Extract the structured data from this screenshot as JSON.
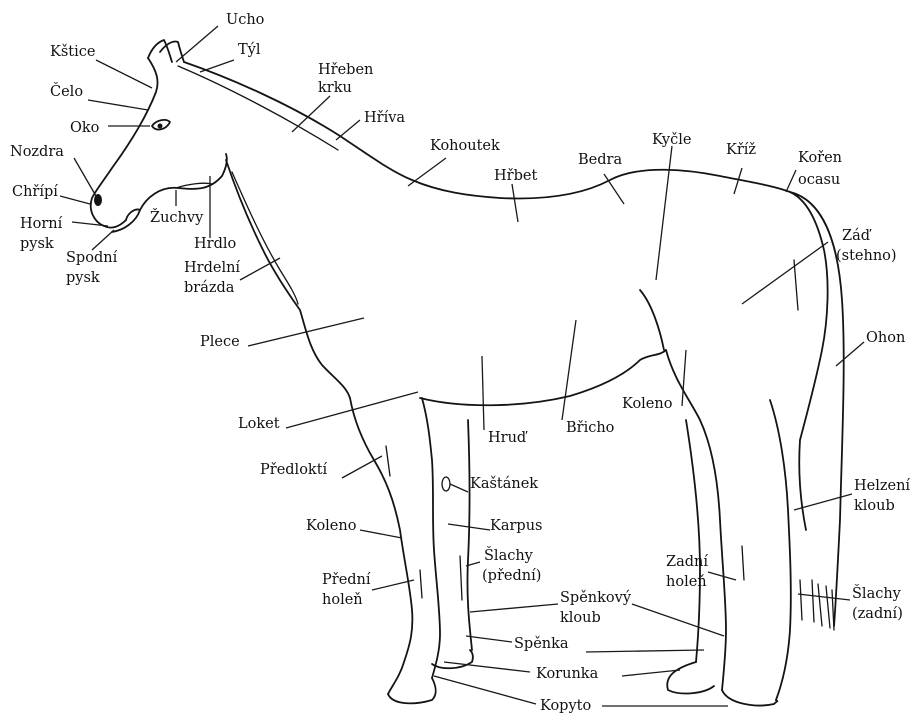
{
  "diagram": {
    "labels": {
      "ucho": "Ucho",
      "tyl": "Týl",
      "kstice": "Kštice",
      "hreben1": "Hřeben",
      "hreben2": "krku",
      "celo": "Čelo",
      "hriva": "Hříva",
      "oko": "Oko",
      "kohoutek": "Kohoutek",
      "kycle": "Kyčle",
      "nozdra": "Nozdra",
      "bedra": "Bedra",
      "kriz": "Kříž",
      "koren1": "Kořen",
      "koren2": "ocasu",
      "hrbet": "Hřbet",
      "chripi": "Chřípí",
      "zuchvy": "Žuchvy",
      "horni1": "Horní",
      "horni2": "pysk",
      "hrdlo": "Hrdlo",
      "zad1": "Záď",
      "zad2": "(stehno)",
      "spodni1": "Spodní",
      "spodni2": "pysk",
      "hrdelni1": "Hrdelní",
      "hrdelni2": "brázda",
      "plece": "Plece",
      "ohon": "Ohon",
      "koleno_zadni": "Koleno",
      "loket": "Loket",
      "hrud": "Hruď",
      "bricho": "Břicho",
      "predlokti": "Předloktí",
      "kastanek": "Kaštánek",
      "helzeni1": "Helzení",
      "helzeni2": "kloub",
      "koleno_predni": "Koleno",
      "karpus": "Karpus",
      "slachy_p1": "Šlachy",
      "slachy_p2": "(přední)",
      "zadni_holen1": "Zadní",
      "zadni_holen2": "holeň",
      "predni_holen1": "Přední",
      "predni_holen2": "holeň",
      "spenkovy1": "Spěnkový",
      "spenkovy2": "kloub",
      "slachy_z1": "Šlachy",
      "slachy_z2": "(zadní)",
      "spenka": "Spěnka",
      "korunka": "Korunka",
      "kopyto": "Kopyto"
    }
  }
}
